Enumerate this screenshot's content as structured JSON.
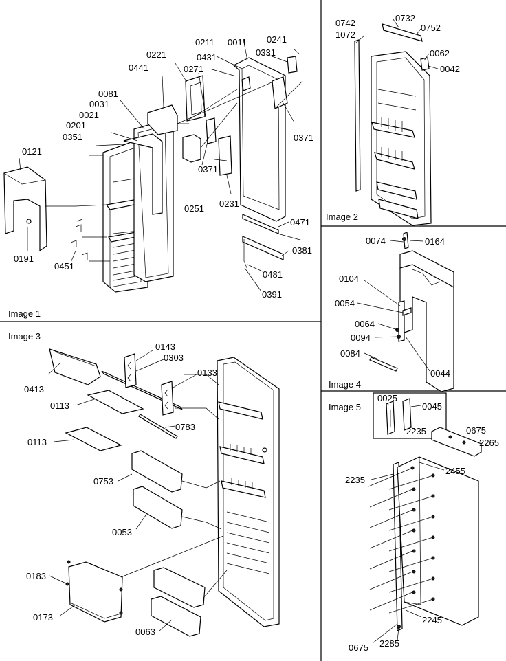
{
  "panels": {
    "image1": "Image 1",
    "image2": "Image 2",
    "image3": "Image 3",
    "image4": "Image 4",
    "image5": "Image 5"
  },
  "callouts": {
    "p1": [
      "0011",
      "0211",
      "0241",
      "0331",
      "0431",
      "0271",
      "0221",
      "0441",
      "0081",
      "0031",
      "0021",
      "0201",
      "0351",
      "0121",
      "0191",
      "0451",
      "0371",
      "0371",
      "0251",
      "0231",
      "0471",
      "0381",
      "0481",
      "0391"
    ],
    "p2": [
      "0742",
      "1072",
      "0732",
      "0752",
      "0062",
      "0042"
    ],
    "p3": [
      "0413",
      "0143",
      "0303",
      "0133",
      "0113",
      "0113",
      "0783",
      "0753",
      "0053",
      "0183",
      "0173",
      "0063"
    ],
    "p4": [
      "0074",
      "0164",
      "0104",
      "0054",
      "0064",
      "0094",
      "0084",
      "0044"
    ],
    "p5": [
      "0025",
      "0045",
      "2235",
      "0675",
      "2265",
      "2235",
      "2455",
      "2245",
      "0675",
      "2285"
    ]
  }
}
